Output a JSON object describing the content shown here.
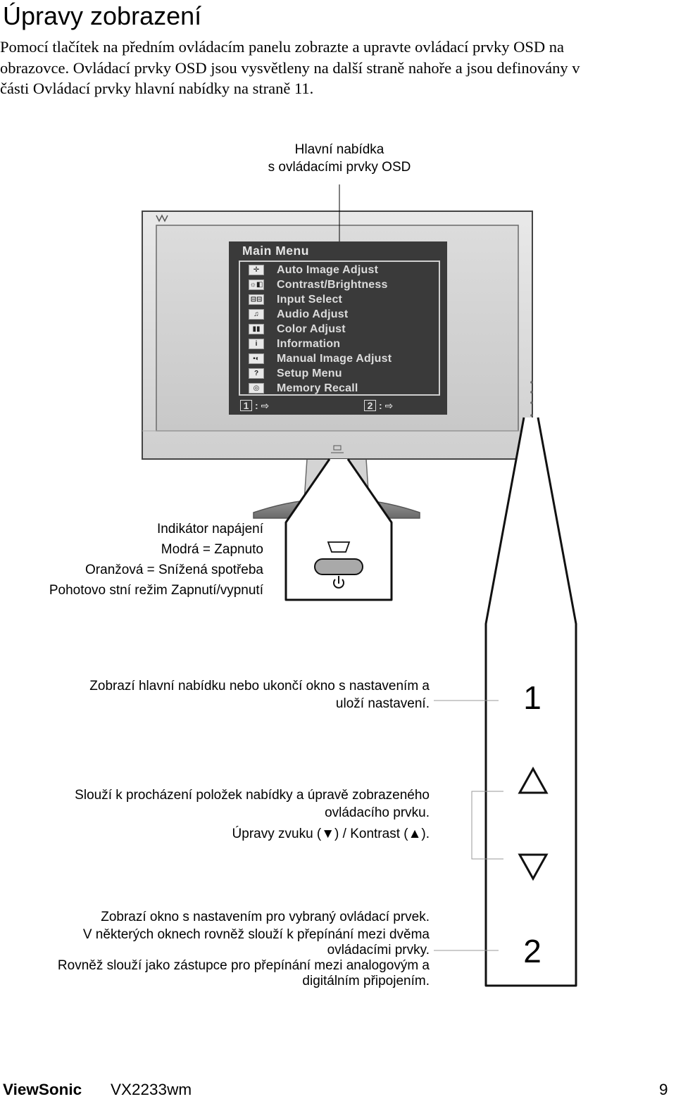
{
  "heading": "Úpravy zobrazení",
  "intro_lines": [
    "Pomocí tlačítek na předním ovládacím panelu zobrazte a upravte ovládací prvky OSD na",
    "obrazovce. Ovládací prvky OSD jsou vysvětleny na další straně nahoře a jsou definovány v",
    "části Ovládací prvky hlavní nabídky na straně 11."
  ],
  "callout_osd": {
    "line1": "Hlavní nabídka",
    "line2": "s ovládacími prvky OSD"
  },
  "osd_menu": {
    "title": "Main Menu",
    "items": [
      {
        "label": "Auto Image Adjust",
        "icon": "crosshair-icon"
      },
      {
        "label": "Contrast/Brightness",
        "icon": "sun-contrast-icon"
      },
      {
        "label": "Input Select",
        "icon": "input-select-icon"
      },
      {
        "label": "Audio Adjust",
        "icon": "music-note-icon"
      },
      {
        "label": "Color Adjust",
        "icon": "color-bars-icon"
      },
      {
        "label": "Information",
        "icon": "info-icon"
      },
      {
        "label": "Manual Image Adjust",
        "icon": "manual-adjust-icon"
      },
      {
        "label": "Setup Menu",
        "icon": "question-icon"
      },
      {
        "label": "Memory Recall",
        "icon": "memory-recall-icon"
      }
    ],
    "footer_left_key": "1",
    "footer_right_key": "2"
  },
  "power_indicator": {
    "lines": [
      "Indikátor napájení",
      "Modrá = Zapnuto",
      "Oranžová = Snížená spotřeba",
      "Pohotovo stní režim Zapnutí/vypnutí"
    ]
  },
  "button1": {
    "label": "1",
    "desc_lines": [
      "Zobrazí hlavní nabídku nebo ukončí okno s nastavením a",
      "uloží nastavení."
    ]
  },
  "nav_buttons": {
    "desc_lines": [
      "Slouží k procházení položek nabídky a úpravě zobrazeného",
      "ovládacího prvku.",
      "Úpravy zvuku (▼) / Kontrast  (▲)."
    ]
  },
  "button2": {
    "label": "2",
    "desc_lines": [
      "Zobrazí okno s nastavením pro vybraný ovládací prvek.",
      "V některých oknech rovněž slouží k přepínání mezi dvěma",
      "ovládacími prvky.",
      "Rovněž slouží jako zástupce pro přepínání mezi analogovým a",
      "digitálním připojením."
    ]
  },
  "footer": {
    "brand": "ViewSonic",
    "model": "VX2233wm",
    "page": "9"
  }
}
